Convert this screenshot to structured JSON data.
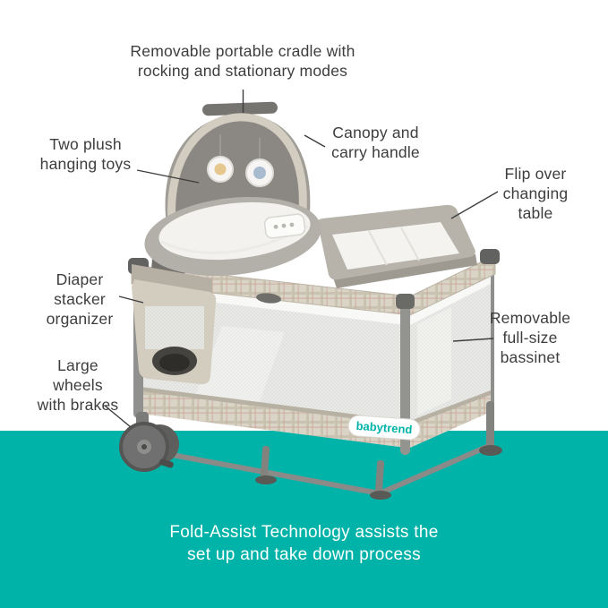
{
  "palette": {
    "accent_teal": "#00b3a8",
    "callout_text": "#3d3d3d",
    "footer_text": "#ffffff",
    "product_gray": "#9a9792",
    "fabric_tan": "#d9d3c6"
  },
  "callouts": {
    "cradle": "Removable portable cradle with\nrocking and stationary modes",
    "toys": "Two plush\nhanging toys",
    "canopy": "Canopy and\ncarry handle",
    "changing_table": "Flip over\nchanging\ntable",
    "organizer": "Diaper\nstacker\norganizer",
    "wheels": "Large\nwheels\nwith brakes",
    "bassinet": "Removable\nfull-size\nbassinet"
  },
  "brand": {
    "logo_text": "babytrend"
  },
  "footer": {
    "text": "Fold-Assist Technology assists the\nset up and take down process"
  }
}
